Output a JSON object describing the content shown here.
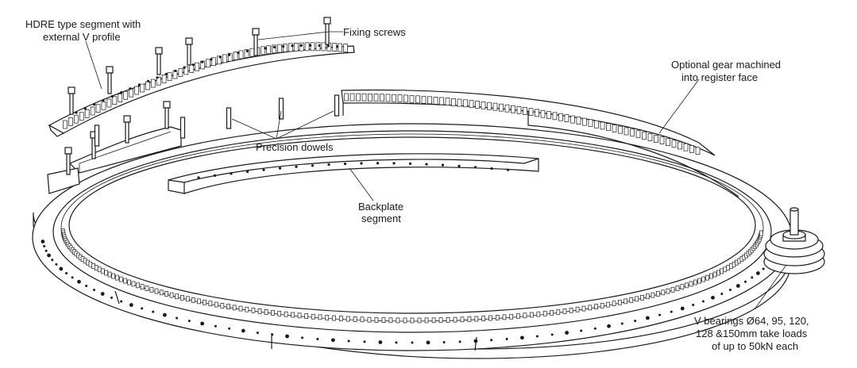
{
  "labels": {
    "hdre_segment_line1": "HDRE type segment with",
    "hdre_segment_line2": "external V profile",
    "fixing_screws": "Fixing screws",
    "optional_gear_line1": "Optional gear machined",
    "optional_gear_line2": "into register face",
    "precision_dowels": "Precision dowels",
    "backplate_line1": "Backplate",
    "backplate_line2": "segment",
    "v_bearings_line1": "V bearings Ø64, 95, 120,",
    "v_bearings_line2": "128 &150mm take loads",
    "v_bearings_line3": "of up to 50kN each"
  },
  "colors": {
    "ink": "#1a1a1a",
    "paper": "#ffffff"
  }
}
